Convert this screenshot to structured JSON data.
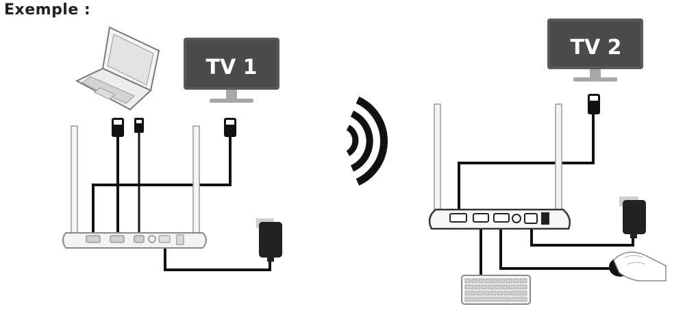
{
  "heading": "Exemple :",
  "tv1_label": "TV 1",
  "tv2_label": "TV 2",
  "colors": {
    "line": "#111111",
    "tv_body": "#58595b",
    "tv_screen": "#4a4b4d",
    "device_outline": "#888888",
    "device_fill": "#f2f2f2"
  },
  "icons": {
    "laptop": "laptop-icon",
    "tv": "tv-monitor-icon",
    "wireless": "wireless-signal-icon",
    "router": "router-icon",
    "power_adapter": "power-adapter-icon",
    "keyboard": "keyboard-icon",
    "mouse": "mouse-hand-icon",
    "hdmi_plug": "hdmi-plug-icon",
    "usb_plug": "usb-plug-icon"
  }
}
